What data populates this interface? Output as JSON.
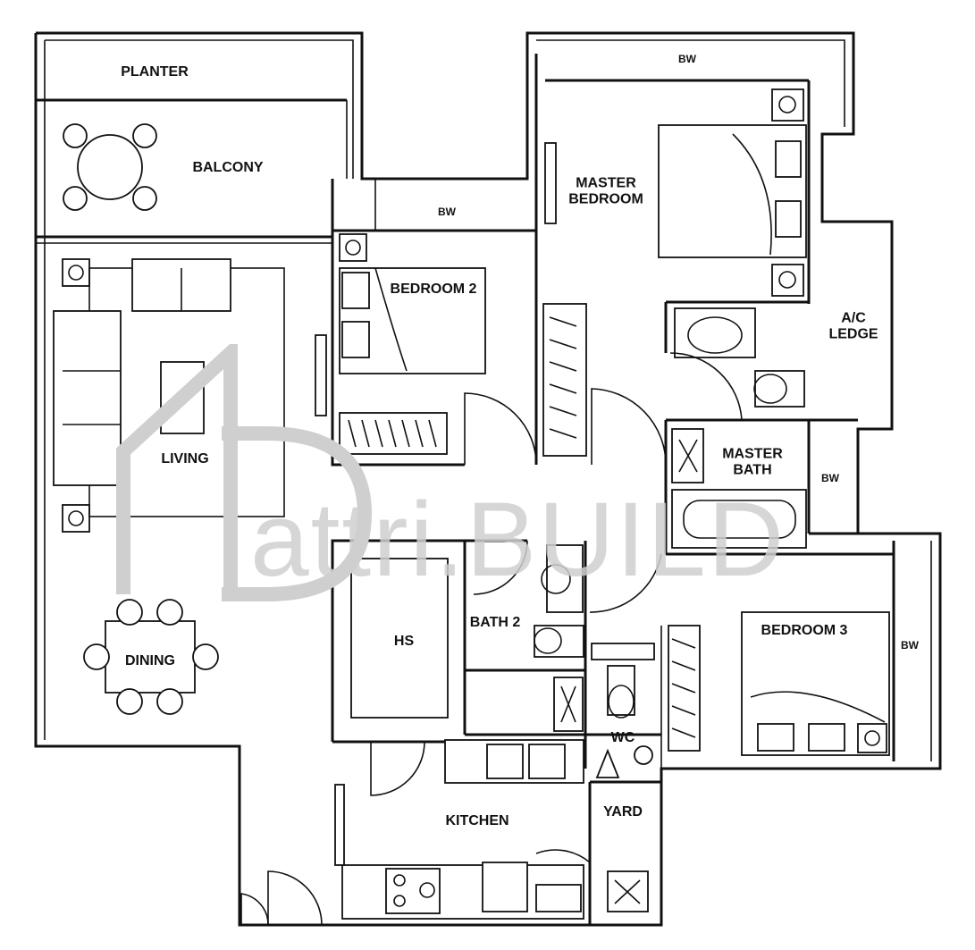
{
  "rooms": {
    "planter": "PLANTER",
    "balcony": "BALCONY",
    "bw_master_top": "BW",
    "master_bedroom": "MASTER\nBEDROOM",
    "bw_bedroom2": "BW",
    "bedroom2": "BEDROOM 2",
    "ac_ledge": "A/C\nLEDGE",
    "living": "LIVING",
    "master_bath": "MASTER\nBATH",
    "bw_master_bath": "BW",
    "hs": "HS",
    "bath2": "BATH 2",
    "bedroom3": "BEDROOM 3",
    "bw_bedroom3": "BW",
    "dining": "DINING",
    "wc": "WC",
    "yard": "YARD",
    "kitchen": "KITCHEN"
  },
  "watermark": {
    "brand": "attri.BUILD"
  },
  "colors": {
    "line": "#111111",
    "watermark": "#cfcfcf",
    "background": "#ffffff"
  }
}
